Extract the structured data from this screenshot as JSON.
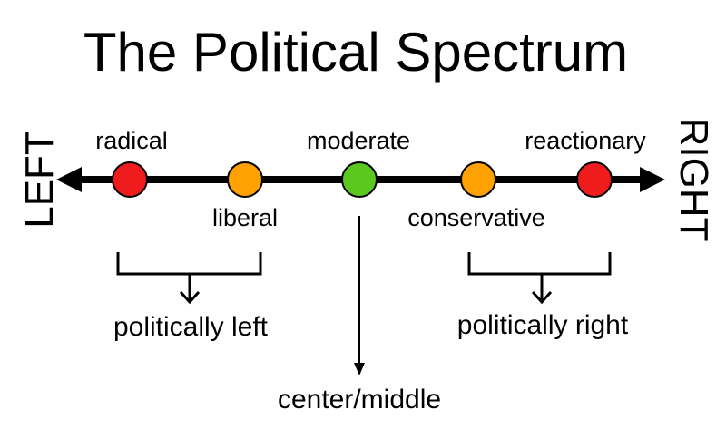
{
  "title": "The Political Spectrum",
  "axis": {
    "left_label": "LEFT",
    "right_label": "RIGHT"
  },
  "points": [
    {
      "label": "radical",
      "color": "#ee1c1c"
    },
    {
      "label": "liberal",
      "color": "#ffa100"
    },
    {
      "label": "moderate",
      "color": "#5ac81e"
    },
    {
      "label": "conservative",
      "color": "#ffa100"
    },
    {
      "label": "reactionary",
      "color": "#ee1c1c"
    }
  ],
  "groups": {
    "left": "politically left",
    "right": "politically right",
    "center": "center/middle"
  }
}
